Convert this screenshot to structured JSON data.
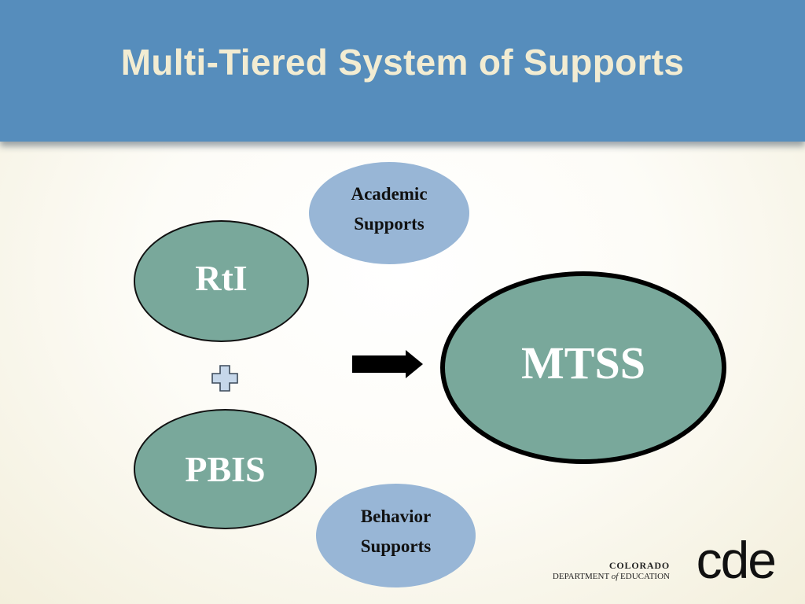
{
  "title": "Multi-Tiered System of Supports",
  "nodes": {
    "rti": "RtI",
    "pbis": "PBIS",
    "mtss": "MTSS",
    "academic": [
      "Academic",
      "Supports"
    ],
    "behavior": [
      "Behavior",
      "Supports"
    ]
  },
  "connectors": {
    "plus": "plus-icon",
    "arrow": "right-arrow-icon"
  },
  "logo": {
    "line1": "COLORADO",
    "line2a": "DEPARTMENT",
    "line2b": "of",
    "line2c": "EDUCATION",
    "mark": "cde"
  },
  "colors": {
    "header": "#568dbc",
    "title_text": "#f2ecd2",
    "green_node": "#79a89b",
    "blue_node": "#98b6d6"
  }
}
